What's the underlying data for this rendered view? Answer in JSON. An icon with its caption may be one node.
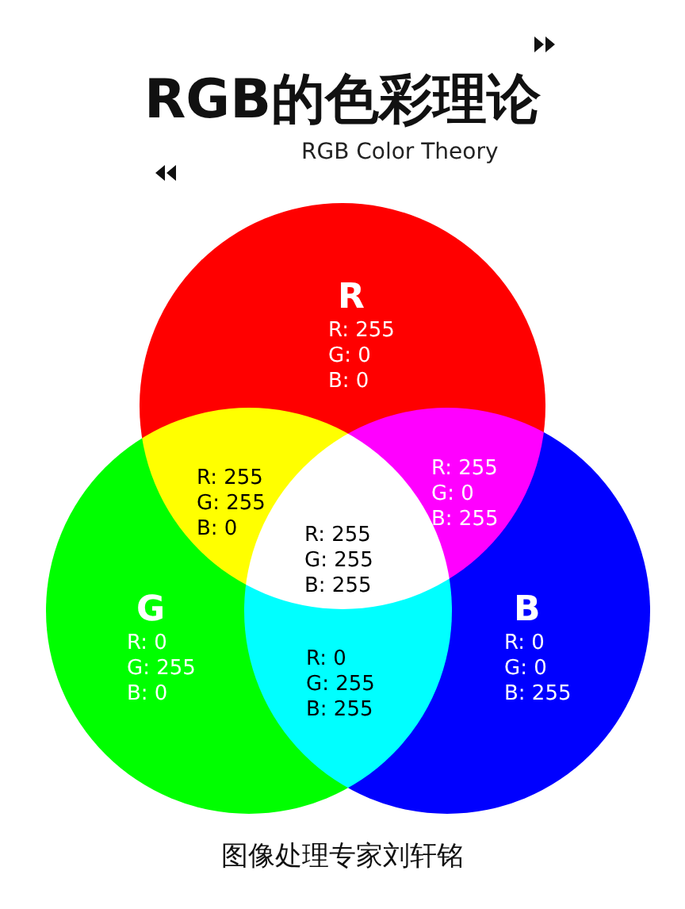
{
  "diagram": {
    "title": "RGB的色彩理论",
    "caption": "图像处理专家刘轩铭",
    "nodes": [
      {
        "text": [
          "R",
          "R: 255",
          "G: 0",
          "B: 0"
        ]
      },
      {
        "text": [
          "R: 255",
          "G: 255",
          "B: 0"
        ]
      },
      {
        "text": [
          "R: 255",
          "G: 0",
          "B: 255"
        ]
      },
      {
        "text": [
          "R: 255",
          "G: 255",
          "B: 255"
        ]
      },
      {
        "text": [
          "G",
          "R: 0",
          "G: 255",
          "B: 0"
        ]
      },
      {
        "text": [
          "R: 0",
          "G: 255",
          "B: 255"
        ]
      },
      {
        "text": [
          "B",
          "R: 0",
          "G: 0",
          "B: 255"
        ]
      }
    ],
    "labels": [
      "RGB Color Theory"
    ]
  }
}
